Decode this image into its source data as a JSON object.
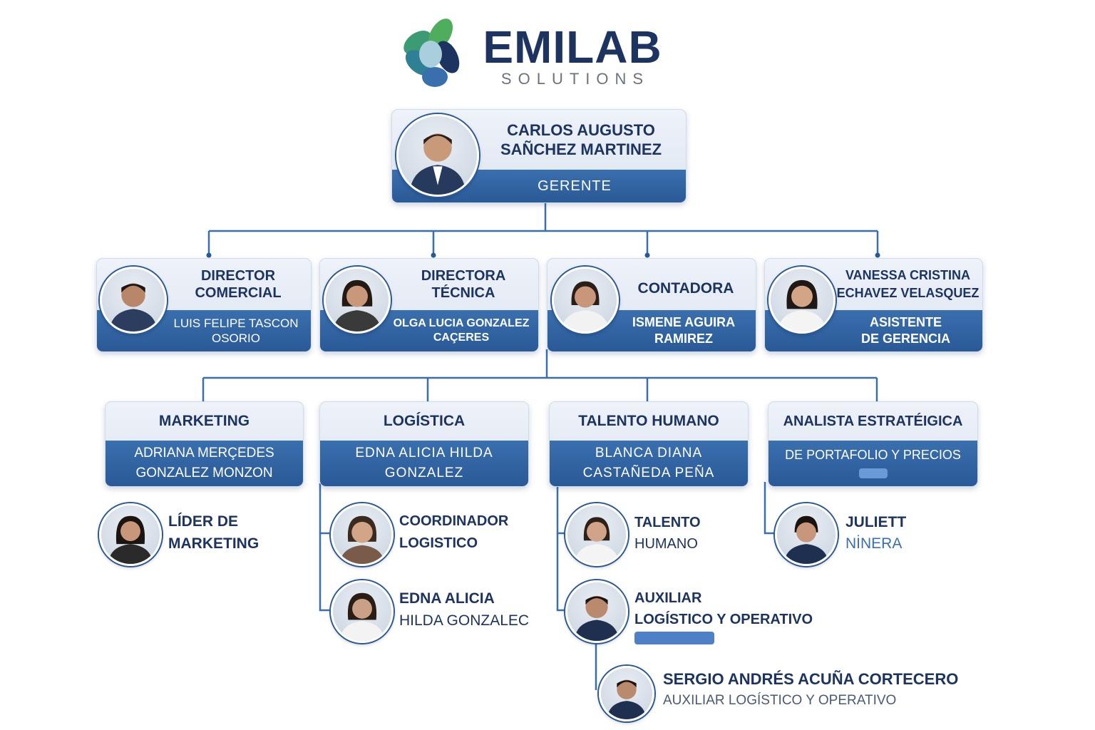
{
  "brand": {
    "name": "EMILAB",
    "tagline": "SOLUTIONS",
    "colors": {
      "navy": "#1d3461",
      "blue": "#2a5997",
      "green": "#3a9b74",
      "teal": "#2f7f95"
    }
  },
  "ceo": {
    "name_line1": "CARLOS AUGUSTO",
    "name_line2": "SAÑCHEZ MARTINEZ",
    "role": "GERENTE"
  },
  "level2": [
    {
      "top1": "DIRECTOR",
      "top2": "COMERCIAL",
      "bot1": "LUIS FELIPE TASCON",
      "bot2": "OSORIO"
    },
    {
      "top1": "DIRECTORA",
      "top2": "TÉCNICA",
      "bot1": "OLGA LUCIA GONZALEZ",
      "bot2": "CAÇERES"
    },
    {
      "top1": "CONTADORA",
      "bot1": "ISMENE AGUIRA",
      "bot2": "RAMIREZ"
    },
    {
      "top1": "VANESSA CRISTINA",
      "top2": "ECHAVEZ VELASQUEZ",
      "bot1": "ASISTENTE",
      "bot2": "DE GERENCIA"
    }
  ],
  "level3": [
    {
      "top": "MARKETING",
      "bot1": "ADRIANA MERÇEDES",
      "bot2": "GONZALEZ MONZON"
    },
    {
      "top": "LOGÍSTICA",
      "bot1": "EDNA ALICIA HILDA",
      "bot2": "GONZALEZ"
    },
    {
      "top": "TALENTO HUMANO",
      "bot1": "BLANCA DIANA",
      "bot2": "CASTAÑEDA PEÑA"
    },
    {
      "top": "ANALISTA ESTRATÉIGICA",
      "bot1": "DE PORTAFOLIO Y PRECIOS"
    }
  ],
  "people": {
    "lider_marketing": {
      "line1": "LÍDER DE",
      "line2": "MARKETING"
    },
    "coord_logistico": {
      "line1": "COORDINADOR",
      "line2": "LOGISTICO"
    },
    "edna": {
      "line1": "EDNA ALICIA",
      "line2": "HILDA GONZALEC"
    },
    "talento": {
      "line1": "TALENTO",
      "line2": "HUMANO"
    },
    "auxiliar": {
      "line1": "AUXILIAR",
      "line2": "LOGÍSTICO Y OPERATIVO"
    },
    "juliett": {
      "line1": "JULIETT",
      "line2": "NİNERA"
    },
    "sergio": {
      "line1": "SERGIO ANDRÉS ACUÑA CORTECERO",
      "line2": "AUXILIAR LOGÍSTICO Y OPERATIVO"
    }
  }
}
